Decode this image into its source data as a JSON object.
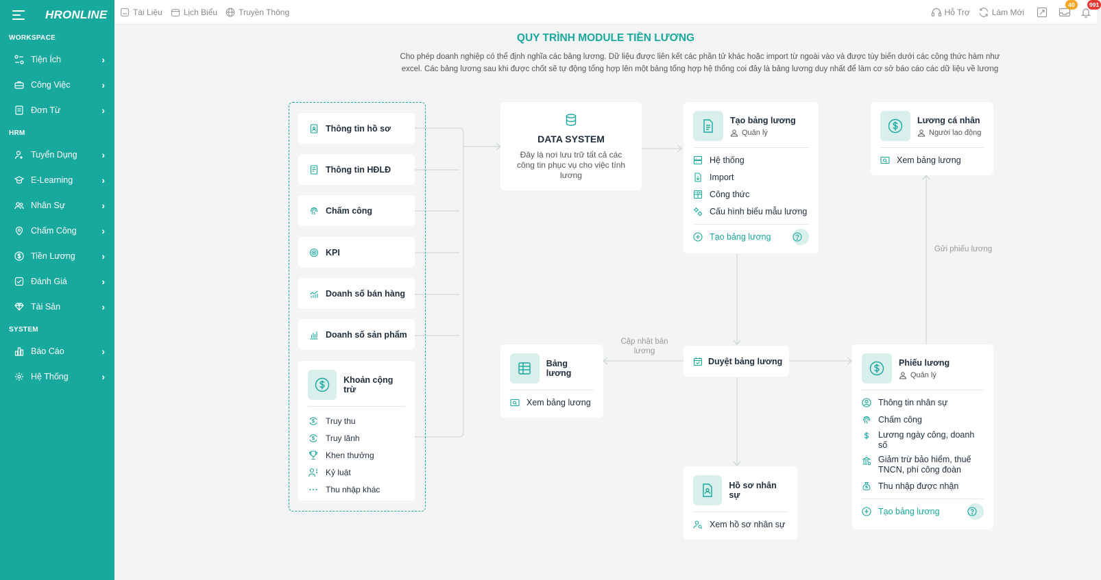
{
  "app": {
    "logo": "HRONLINE"
  },
  "sidebar": {
    "sections": [
      {
        "title": "WORKSPACE",
        "items": [
          {
            "label": "Tiện Ích",
            "icon": "utilities-icon"
          },
          {
            "label": "Công Việc",
            "icon": "briefcase-icon"
          },
          {
            "label": "Đơn Từ",
            "icon": "document-icon"
          }
        ]
      },
      {
        "title": "HRM",
        "items": [
          {
            "label": "Tuyển Dụng",
            "icon": "user-add-icon"
          },
          {
            "label": "E-Learning",
            "icon": "graduation-cap-icon"
          },
          {
            "label": "Nhân Sự",
            "icon": "users-icon"
          },
          {
            "label": "Chấm Công",
            "icon": "location-icon"
          },
          {
            "label": "Tiền Lương",
            "icon": "dollar-icon"
          },
          {
            "label": "Đánh Giá",
            "icon": "checkbox-icon"
          },
          {
            "label": "Tài Sản",
            "icon": "diamond-icon"
          }
        ]
      },
      {
        "title": "SYSTEM",
        "items": [
          {
            "label": "Báo Cáo",
            "icon": "report-icon"
          },
          {
            "label": "Hệ Thống",
            "icon": "gear-icon"
          }
        ]
      }
    ]
  },
  "topbar": {
    "links": [
      "Tài Liệu",
      "Lịch Biểu",
      "Truyền Thông"
    ],
    "support": "Hỗ Trợ",
    "refresh": "Làm Mới",
    "mail_badge": "40",
    "notif_badge": "991",
    "colors": {
      "mail_badge": "#f5a623",
      "notif_badge": "#e53935"
    }
  },
  "page": {
    "title": "QUY TRÌNH MODULE TIỀN LƯƠNG",
    "description": "Cho phép doanh nghiệp có thể định nghĩa các bảng lương. Dữ liệu được liên kết các phần tử khác hoặc import từ ngoài vào và được tùy biến dưới các công thức hàm như excel. Các bảng lương sau khi được chốt sẽ tự động tổng hợp lên một bảng tổng hợp hệ thống coi đây là bảng lương duy nhất để làm cơ sở báo cáo các dữ liệu về lương"
  },
  "sources": [
    "Thông tin hồ sơ",
    "Thông tin HĐLĐ",
    "Chấm công",
    "KPI",
    "Doanh số bán hàng",
    "Doanh số sản phẩm"
  ],
  "deductions": {
    "title": "Khoản cộng trừ",
    "items": [
      "Truy thu",
      "Truy lãnh",
      "Khen thưởng",
      "Kỷ luật",
      "Thu nhập khác"
    ]
  },
  "data_system": {
    "title": "DATA SYSTEM",
    "desc": "Đây là nơi lưu trữ tất cả các công tin phục vụ cho việc tính lương"
  },
  "create_payroll": {
    "title": "Tạo bảng lương",
    "role": "Quản lý",
    "items": [
      "Hệ thống",
      "Import",
      "Công thức",
      "Cấu hình biểu mẫu lương"
    ],
    "action": "Tạo bảng lương"
  },
  "personal_salary": {
    "title": "Lương cá nhân",
    "role": "Người lao động",
    "action": "Xem bảng lương"
  },
  "payroll_table": {
    "title": "Bảng lương",
    "action": "Xem bảng lương"
  },
  "approve": {
    "title": "Duyệt bảng lương"
  },
  "payslip": {
    "title": "Phiếu lương",
    "role": "Quản lý",
    "items": [
      "Thông tin nhân sự",
      "Chấm công",
      "Lương ngày công, doanh số",
      "Giảm trừ bảo hiểm, thuế TNCN, phí công đoàn",
      "Thu nhập được nhận"
    ],
    "action": "Tạo bảng lương"
  },
  "employee_profile": {
    "title": "Hồ sơ nhân sự",
    "action": "Xem hồ sơ nhân sự"
  },
  "flow_labels": {
    "update": "Cập nhật bản lương",
    "send": "Gửi phiếu lương"
  },
  "colors": {
    "primary": "#17a89e",
    "primary_light": "#d8efec"
  }
}
